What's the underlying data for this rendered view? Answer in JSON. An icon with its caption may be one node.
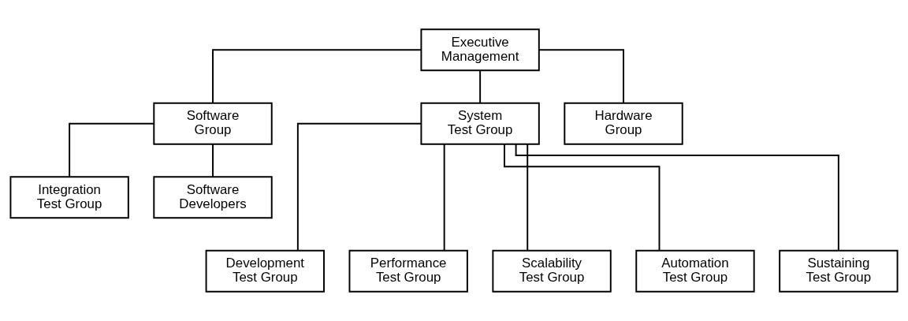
{
  "diagram": {
    "nodes": [
      {
        "text": [
          "Executive Management"
        ]
      },
      {
        "text": [
          "Software Group"
        ]
      },
      {
        "text": [
          "System Test Group"
        ]
      },
      {
        "text": [
          "Hardware Group"
        ]
      },
      {
        "text": [
          "Integration Test Group"
        ]
      },
      {
        "text": [
          "Software Developers"
        ]
      },
      {
        "text": [
          "Development Test Group"
        ]
      },
      {
        "text": [
          "Performance Test Group"
        ]
      },
      {
        "text": [
          "Scalability Test Group"
        ]
      },
      {
        "text": [
          "Automation Test Group"
        ]
      },
      {
        "text": [
          "Sustaining Test Group"
        ]
      }
    ],
    "edges": [
      {
        "from": 0,
        "to": 1,
        "arrow": "none"
      },
      {
        "from": 0,
        "to": 2,
        "arrow": "none"
      },
      {
        "from": 0,
        "to": 3,
        "arrow": "none"
      },
      {
        "from": 1,
        "to": 4,
        "arrow": "none"
      },
      {
        "from": 1,
        "to": 5,
        "arrow": "none"
      },
      {
        "from": 2,
        "to": 6,
        "arrow": "none"
      },
      {
        "from": 2,
        "to": 7,
        "arrow": "none"
      },
      {
        "from": 2,
        "to": 8,
        "arrow": "none"
      },
      {
        "from": 2,
        "to": 9,
        "arrow": "none"
      },
      {
        "from": 2,
        "to": 10,
        "arrow": "none"
      }
    ]
  }
}
